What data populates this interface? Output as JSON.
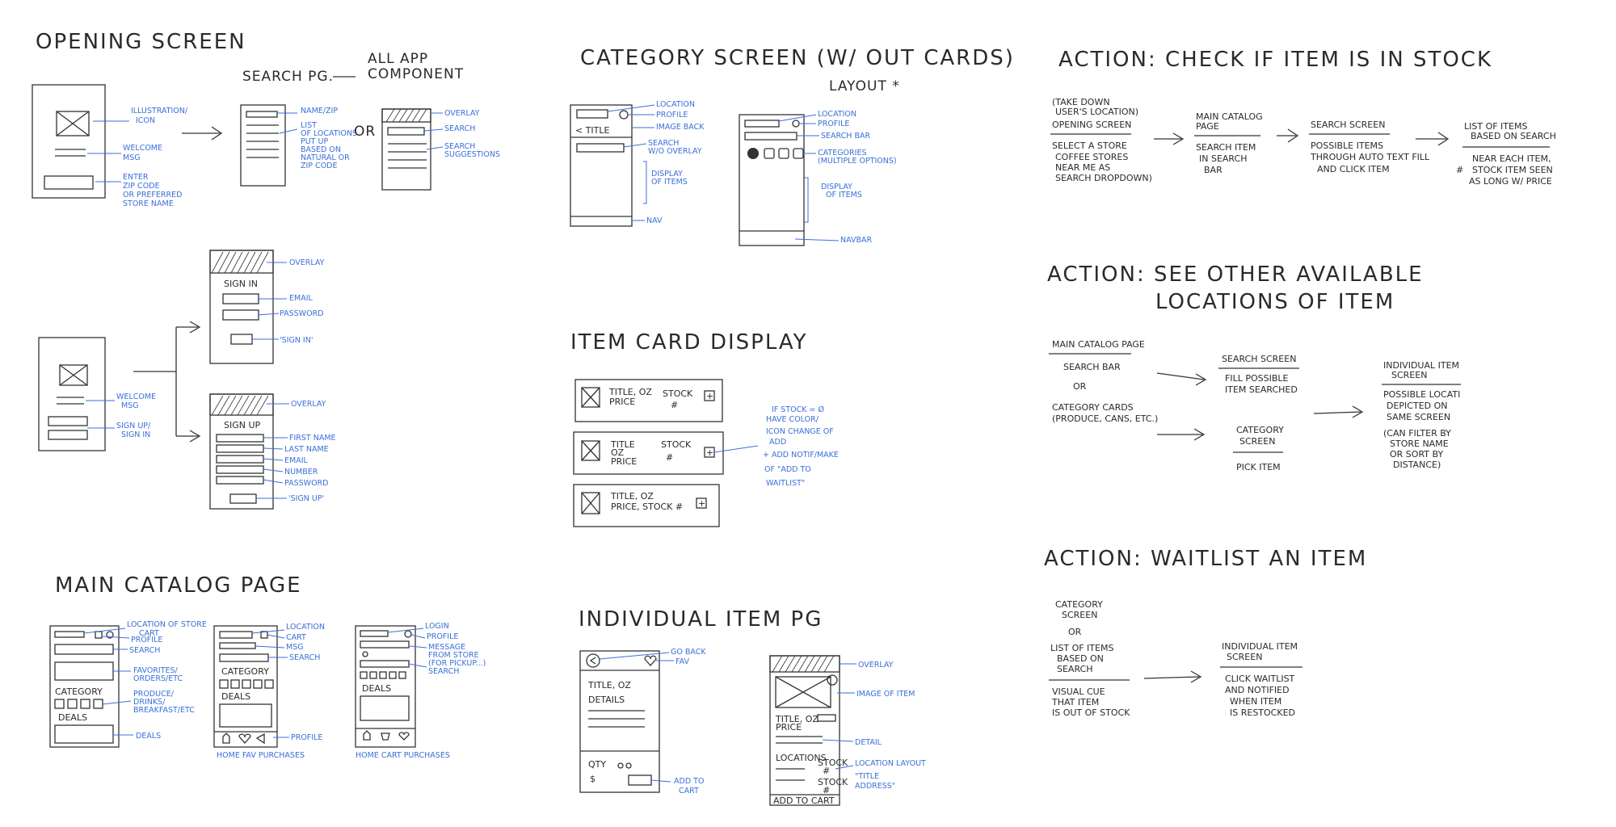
{
  "opening": {
    "title": "OPENING SCREEN",
    "search_label": "SEARCH PG.",
    "all_app": [
      "ALL APP",
      "COMPONENT"
    ],
    "or": "OR",
    "notes_left": [
      "ILLUSTRATION/",
      "ICON",
      "WELCOME",
      "MSG",
      "ENTER",
      "ZIP CODE",
      "OR PREFERRED",
      "STORE NAME"
    ],
    "notes_mid": [
      "NAME/ZIP",
      "LIST",
      "OF LOCATIONS",
      "PUT UP",
      "BASED ON",
      "NATURAL OR",
      "ZIP CODE"
    ],
    "notes_right": [
      "OVERLAY",
      "SEARCH",
      "SEARCH",
      "SUGGESTIONS"
    ]
  },
  "signin": {
    "signin_title": "SIGN IN",
    "signup_title": "SIGN UP",
    "welcome": [
      "WELCOME",
      "MSG",
      "SIGN UP/",
      "SIGN IN"
    ],
    "signin_notes": [
      "OVERLAY",
      "EMAIL",
      "PASSWORD",
      "'SIGN IN'"
    ],
    "signup_notes": [
      "OVERLAY",
      "FIRST NAME",
      "LAST NAME",
      "EMAIL",
      "NUMBER",
      "PASSWORD",
      "'SIGN UP'"
    ]
  },
  "main_catalog": {
    "title": "MAIN CATALOG PAGE",
    "categories": "CATEGORY",
    "deals": "DEALS",
    "notes1": [
      "LOCATION OF STORE",
      "CART",
      "PROFILE",
      "SEARCH",
      "FAVORITES/",
      "ORDERS/ETC",
      "PRODUCE/",
      "DRINKS/",
      "BREAKFAST/ETC",
      "DEALS"
    ],
    "notes2": [
      "LOCATION",
      "CART",
      "MSG",
      "SEARCH",
      "PROFILE",
      "HOME FAV PURCHASES"
    ],
    "notes3": [
      "LOGIN",
      "PROFILE",
      "MESSAGE",
      "FROM STORE",
      "(FOR PICKUP...)",
      "SEARCH",
      "HOME CART PURCHASES"
    ]
  },
  "category": {
    "title": "CATEGORY SCREEN (W/ OUT CARDS)",
    "layout": "LAYOUT *",
    "back": "< TITLE",
    "notes1": [
      "LOCATION",
      "PROFILE",
      "IMAGE BACK",
      "SEARCH",
      "W/O OVERLAY",
      "DISPLAY",
      "OF ITEMS",
      "NAV"
    ],
    "notes2": [
      "LOCATION",
      "PROFILE",
      "SEARCH BAR",
      "CATEGORIES",
      "(MULTIPLE OPTIONS)",
      "DISPLAY",
      "OF ITEMS",
      "NAVBAR"
    ]
  },
  "item_card": {
    "title": "ITEM CARD DISPLAY",
    "card1": [
      "TITLE, OZ",
      "PRICE",
      "STOCK",
      "#"
    ],
    "card2": [
      "TITLE",
      "OZ",
      "PRICE",
      "STOCK",
      "#"
    ],
    "card3": [
      "TITLE, OZ",
      "PRICE, STOCK #"
    ],
    "note": [
      "IF STOCK = Ø",
      "HAVE COLOR/",
      "ICON CHANGE OF",
      "ADD",
      "+ ADD NOTIF/MAKE",
      "OF \"ADD TO",
      "WAITLIST\""
    ]
  },
  "individual": {
    "title": "INDIVIDUAL ITEM PG",
    "left": [
      "TITLE, OZ",
      "DETAILS",
      "QTY",
      "$"
    ],
    "left_notes": [
      "GO BACK",
      "FAV",
      "ADD TO",
      "CART"
    ],
    "right": [
      "TITLE, OZ",
      "PRICE",
      "LOCATIONS",
      "STOCK",
      "#",
      "STOCK",
      "#",
      "ADD TO CART"
    ],
    "right_notes": [
      "OVERLAY",
      "IMAGE OF ITEM",
      "DETAIL",
      "LOCATION LAYOUT",
      "\"TITLE",
      "ADDRESS\""
    ]
  },
  "action1": {
    "title": "ACTION: CHECK IF ITEM IS IN STOCK",
    "col1": [
      "(TAKE DOWN",
      "USER'S LOCATION)",
      "OPENING SCREEN",
      "SELECT A STORE",
      "COFFEE STORES",
      "NEAR ME AS",
      "SEARCH DROPDOWN)"
    ],
    "col2": [
      "MAIN CATALOG",
      "PAGE",
      "SEARCH ITEM",
      "IN SEARCH",
      "BAR"
    ],
    "col3": [
      "SEARCH SCREEN",
      "POSSIBLE ITEMS",
      "THROUGH AUTO TEXT FILL",
      "AND CLICK ITEM"
    ],
    "col4": [
      "LIST OF ITEMS",
      "BASED ON SEARCH",
      "NEAR EACH ITEM,",
      "STOCK ITEM SEEN",
      "AS LONG W/ PRICE"
    ],
    "hash": "#"
  },
  "action2": {
    "title": [
      "ACTION: SEE OTHER AVAILABLE",
      "LOCATIONS OF ITEM"
    ],
    "col1": [
      "MAIN CATALOG PAGE",
      "SEARCH BAR",
      "OR",
      "CATEGORY CARDS",
      "(PRODUCE, CANS, ETC.)"
    ],
    "col2a": [
      "SEARCH SCREEN",
      "FILL POSSIBLE",
      "ITEM SEARCHED"
    ],
    "col2b": [
      "CATEGORY",
      "SCREEN",
      "PICK ITEM"
    ],
    "col3": [
      "INDIVIDUAL ITEM",
      "SCREEN",
      "POSSIBLE LOCATI",
      "DEPICTED ON",
      "SAME SCREEN",
      "(CAN FILTER BY",
      "STORE NAME",
      "OR SORT BY",
      "DISTANCE)"
    ]
  },
  "action3": {
    "title": "ACTION: WAITLIST AN ITEM",
    "col1": [
      "CATEGORY",
      "SCREEN",
      "OR",
      "LIST OF ITEMS",
      "BASED ON",
      "SEARCH",
      "VISUAL CUE",
      "THAT ITEM",
      "IS OUT OF STOCK"
    ],
    "col2": [
      "INDIVIDUAL ITEM",
      "SCREEN",
      "CLICK WAITLIST",
      "AND NOTIFIED",
      "WHEN ITEM",
      "IS RESTOCKED"
    ]
  },
  "colors": {
    "ink": "#2a2a2a",
    "annotation": "#3a6fd8"
  }
}
